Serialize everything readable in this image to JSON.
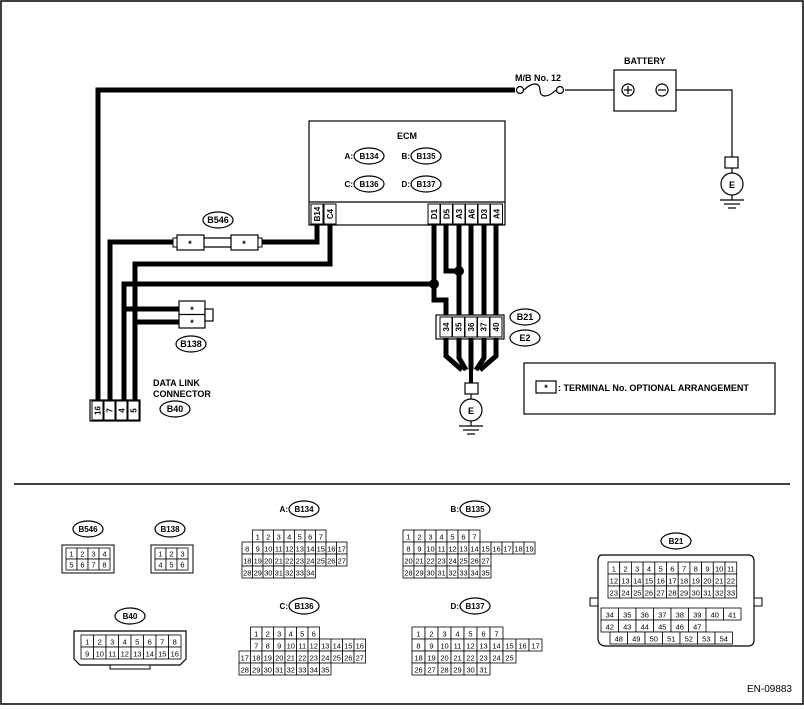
{
  "battery": {
    "label": "BATTERY"
  },
  "fuse": {
    "label": "M/B No. 12"
  },
  "ecm": {
    "label": "ECM",
    "connectors": [
      {
        "prefix": "A:",
        "id": "B134"
      },
      {
        "prefix": "B:",
        "id": "B135"
      },
      {
        "prefix": "C:",
        "id": "B136"
      },
      {
        "prefix": "D:",
        "id": "B137"
      }
    ],
    "pins_left": [
      "B14",
      "C4"
    ],
    "pins_right": [
      "D1",
      "D5",
      "A3",
      "A6",
      "D3",
      "A4"
    ]
  },
  "ground_symbol": "E",
  "b546": {
    "id": "B546",
    "mark": "*"
  },
  "b138": {
    "id": "B138",
    "mark": "*"
  },
  "b21": {
    "id": "B21",
    "alt": "E2",
    "pins": [
      "34",
      "35",
      "36",
      "37",
      "40"
    ]
  },
  "dlc": {
    "title_line1": "DATA LINK",
    "title_line2": "CONNECTOR",
    "id": "B40",
    "pins": [
      "16",
      "7",
      "4",
      "5"
    ]
  },
  "legend": {
    "mark": "*",
    "text": ": TERMINAL No. OPTIONAL ARRANGEMENT"
  },
  "connectors_bottom": {
    "b546": {
      "id": "B546",
      "rows": [
        [
          "1",
          "2",
          "3",
          "4"
        ],
        [
          "5",
          "6",
          "7",
          "8"
        ]
      ]
    },
    "b138": {
      "id": "B138",
      "rows": [
        [
          "1",
          "2",
          "3"
        ],
        [
          "4",
          "5",
          "6"
        ]
      ]
    },
    "b40": {
      "id": "B40",
      "rows": [
        [
          "1",
          "2",
          "3",
          "4",
          "5",
          "6",
          "7",
          "8"
        ],
        [
          "9",
          "10",
          "11",
          "12",
          "13",
          "14",
          "15",
          "16"
        ]
      ]
    },
    "b134": {
      "prefix": "A:",
      "id": "B134",
      "rows": [
        [
          "1",
          "2",
          "3",
          "4",
          "5",
          "6",
          "7"
        ],
        [
          "8",
          "9",
          "10",
          "11",
          "12",
          "13",
          "14",
          "15",
          "16",
          "17"
        ],
        [
          "18",
          "19",
          "20",
          "21",
          "22",
          "23",
          "24",
          "25",
          "26",
          "27"
        ],
        [
          "28",
          "29",
          "30",
          "31",
          "32",
          "33",
          "34"
        ]
      ]
    },
    "b135": {
      "prefix": "B:",
      "id": "B135",
      "rows": [
        [
          "1",
          "2",
          "3",
          "4",
          "5",
          "6",
          "7"
        ],
        [
          "8",
          "9",
          "10",
          "11",
          "12",
          "13",
          "14",
          "15",
          "16",
          "17",
          "18",
          "19"
        ],
        [
          "20",
          "21",
          "22",
          "23",
          "24",
          "25",
          "26",
          "27"
        ],
        [
          "28",
          "29",
          "30",
          "31",
          "32",
          "33",
          "34",
          "35"
        ]
      ]
    },
    "b136": {
      "prefix": "C:",
      "id": "B136",
      "rows": [
        [
          "1",
          "2",
          "3",
          "4",
          "5",
          "6"
        ],
        [
          "7",
          "8",
          "9",
          "10",
          "11",
          "12",
          "13",
          "14",
          "15",
          "16"
        ],
        [
          "17",
          "18",
          "19",
          "20",
          "21",
          "22",
          "23",
          "24",
          "25",
          "26",
          "27"
        ],
        [
          "28",
          "29",
          "30",
          "31",
          "32",
          "33",
          "34",
          "35"
        ]
      ]
    },
    "b137": {
      "prefix": "D:",
      "id": "B137",
      "rows": [
        [
          "1",
          "2",
          "3",
          "4",
          "5",
          "6",
          "7"
        ],
        [
          "8",
          "9",
          "10",
          "11",
          "12",
          "13",
          "14",
          "15",
          "16",
          "17"
        ],
        [
          "18",
          "19",
          "20",
          "21",
          "22",
          "23",
          "24",
          "25"
        ],
        [
          "26",
          "27",
          "28",
          "29",
          "30",
          "31"
        ]
      ]
    },
    "b21": {
      "id": "B21",
      "rows": [
        [
          "1",
          "2",
          "3",
          "4",
          "5",
          "6",
          "7",
          "8",
          "9",
          "10",
          "11"
        ],
        [
          "12",
          "13",
          "14",
          "15",
          "16",
          "17",
          "18",
          "19",
          "20",
          "21",
          "22"
        ],
        [
          "23",
          "24",
          "25",
          "26",
          "27",
          "28",
          "29",
          "30",
          "31",
          "32",
          "33"
        ],
        [
          "34",
          "35",
          "36",
          "37",
          "38",
          "39",
          "40",
          "41"
        ],
        [
          "42",
          "43",
          "44",
          "45",
          "46",
          "47"
        ],
        [
          "48",
          "49",
          "50",
          "51",
          "52",
          "53",
          "54"
        ]
      ]
    }
  },
  "figure_code": "EN-09883"
}
